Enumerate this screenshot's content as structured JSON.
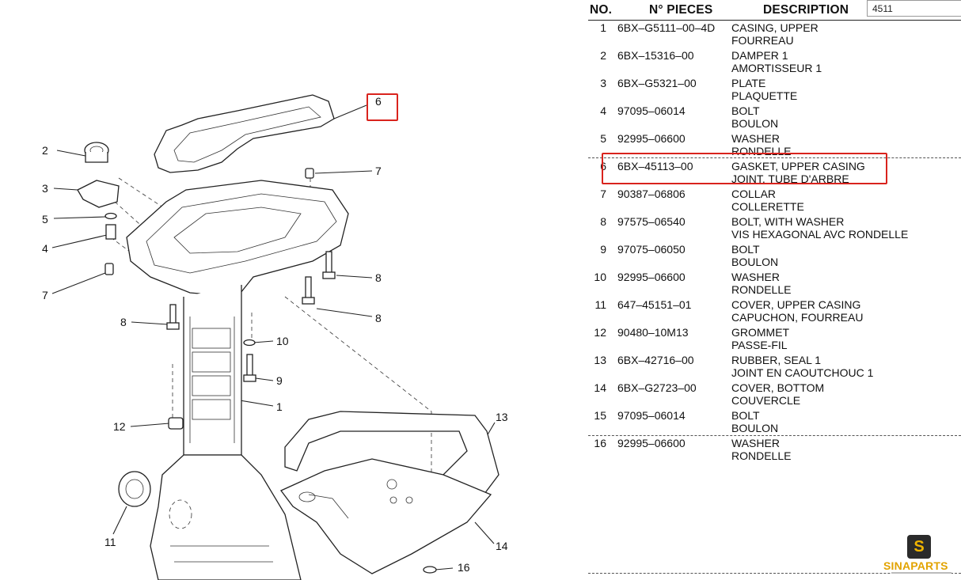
{
  "search": {
    "value": "4511"
  },
  "table": {
    "headers": {
      "no": "NO.",
      "pieces": "N° PIECES",
      "description": "DESCRIPTION"
    },
    "rows": [
      {
        "no": "1",
        "part": "6BX–G5111–00–4D",
        "desc_en": "CASING, UPPER",
        "desc_fr": "FOURREAU"
      },
      {
        "no": "2",
        "part": "6BX–15316–00",
        "desc_en": "DAMPER 1",
        "desc_fr": "AMORTISSEUR 1"
      },
      {
        "no": "3",
        "part": "6BX–G5321–00",
        "desc_en": "PLATE",
        "desc_fr": "PLAQUETTE"
      },
      {
        "no": "4",
        "part": "97095–06014",
        "desc_en": "BOLT",
        "desc_fr": "BOULON"
      },
      {
        "no": "5",
        "part": "92995–06600",
        "desc_en": "WASHER",
        "desc_fr": "RONDELLE"
      },
      {
        "no": "6",
        "part": "6BX–45113–00",
        "desc_en": "GASKET, UPPER CASING",
        "desc_fr": "JOINT, TUBE D'ARBRE"
      },
      {
        "no": "7",
        "part": "90387–06806",
        "desc_en": "COLLAR",
        "desc_fr": "COLLERETTE"
      },
      {
        "no": "8",
        "part": "97575–06540",
        "desc_en": "BOLT, WITH WASHER",
        "desc_fr": "VIS HEXAGONAL AVC RONDELLE"
      },
      {
        "no": "9",
        "part": "97075–06050",
        "desc_en": "BOLT",
        "desc_fr": "BOULON"
      },
      {
        "no": "10",
        "part": "92995–06600",
        "desc_en": "WASHER",
        "desc_fr": "RONDELLE"
      },
      {
        "no": "11",
        "part": "647–45151–01",
        "desc_en": "COVER, UPPER CASING",
        "desc_fr": "CAPUCHON, FOURREAU"
      },
      {
        "no": "12",
        "part": "90480–10M13",
        "desc_en": "GROMMET",
        "desc_fr": "PASSE-FIL"
      },
      {
        "no": "13",
        "part": "6BX–42716–00",
        "desc_en": "RUBBER, SEAL 1",
        "desc_fr": "JOINT EN CAOUTCHOUC 1"
      },
      {
        "no": "14",
        "part": "6BX–G2723–00",
        "desc_en": "COVER, BOTTOM",
        "desc_fr": "COUVERCLE"
      },
      {
        "no": "15",
        "part": "97095–06014",
        "desc_en": "BOLT",
        "desc_fr": "BOULON"
      },
      {
        "no": "16",
        "part": "92995–06600",
        "desc_en": "WASHER",
        "desc_fr": "RONDELLE"
      }
    ]
  },
  "diagram": {
    "callouts": [
      "6",
      "2",
      "7",
      "3",
      "5",
      "4",
      "7",
      "8",
      "8",
      "8",
      "10",
      "9",
      "1",
      "12",
      "13",
      "11",
      "14",
      "16"
    ]
  },
  "highlight": {
    "color": "#d9231d",
    "row_no": "6"
  },
  "brand": {
    "logo_letter": "S",
    "name": "SINAPARTS",
    "badge_color": "#2b2b2b",
    "text_color": "#e2a300"
  }
}
